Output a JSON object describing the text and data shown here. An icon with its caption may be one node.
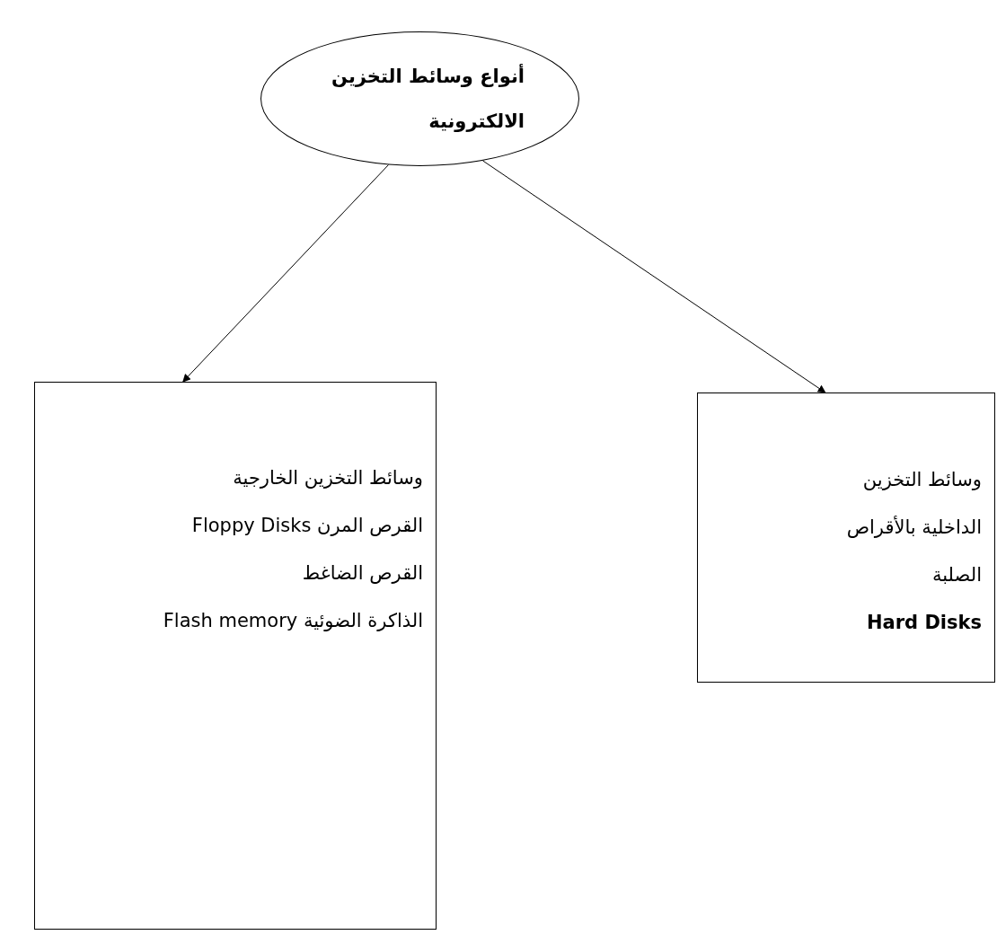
{
  "diagram": {
    "nodes": [
      {
        "text": [
          "أنواع وسائط التخزين الالكترونية"
        ]
      },
      {
        "text": [
          "وسائط التخزين الخارجية",
          "القرص المرن Floppy Disks",
          "القرص الضاغط",
          "الذاكرة الضوئية Flash memory"
        ]
      },
      {
        "text": [
          "وسائط التخزين الداخلية بالأقراص الصلبة",
          "Hard Disks"
        ]
      }
    ],
    "edges": [
      {
        "from": 0,
        "to": 1,
        "arrow": "to"
      },
      {
        "from": 0,
        "to": 2,
        "arrow": "to"
      }
    ]
  }
}
